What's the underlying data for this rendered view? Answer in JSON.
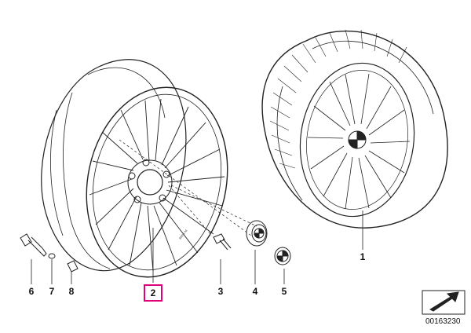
{
  "callouts": [
    {
      "id": "1",
      "selected": false
    },
    {
      "id": "2",
      "selected": true
    },
    {
      "id": "3",
      "selected": false
    },
    {
      "id": "4",
      "selected": false
    },
    {
      "id": "5",
      "selected": false
    },
    {
      "id": "6",
      "selected": false
    },
    {
      "id": "7",
      "selected": false
    },
    {
      "id": "8",
      "selected": false
    }
  ],
  "document_number": "00163230",
  "icons": {
    "nav": "arrow-next-icon",
    "rim": "wheel-rim-icon",
    "tire": "complete-wheel-icon"
  },
  "colors": {
    "line": "#222222",
    "selected_border": "#e0007a"
  }
}
